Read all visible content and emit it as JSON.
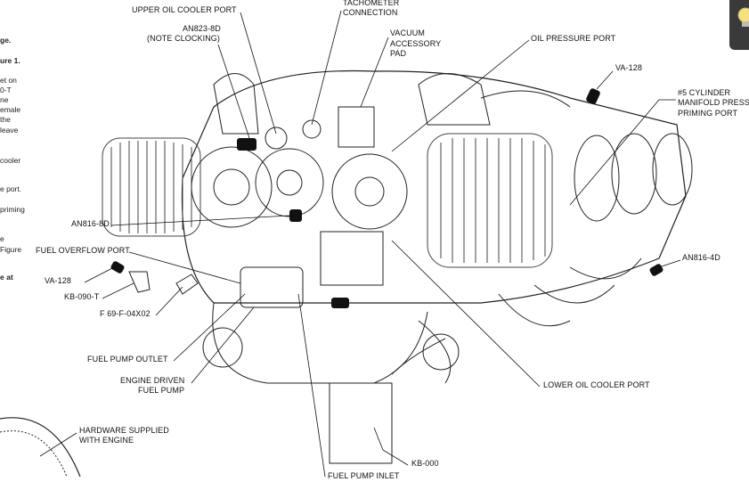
{
  "side_text": [
    {
      "text": "ge.",
      "bold": true
    },
    {
      "text": "ure 1.",
      "bold": true
    },
    {
      "text": "et  on",
      "bold": false
    },
    {
      "text": "0-T",
      "bold": false
    },
    {
      "text": "ne",
      "bold": false
    },
    {
      "text": "emale",
      "bold": false
    },
    {
      "text": " the",
      "bold": false
    },
    {
      "text": "leave",
      "bold": false
    },
    {
      "text": " cooler",
      "bold": false
    },
    {
      "text": "e port.",
      "bold": false
    },
    {
      "text": "priming",
      "bold": false
    },
    {
      "text": "e",
      "bold": false
    },
    {
      "text": "Figure",
      "bold": false
    },
    {
      "text": "e at",
      "bold": true
    }
  ],
  "labels": {
    "upper_oil_cooler_port": "UPPER OIL COOLER PORT",
    "tachometer_1": "TACHOMETER",
    "tachometer_2": "CONNECTION",
    "an823_1": "AN823-8D",
    "an823_2": "(NOTE CLOCKING)",
    "vacuum_1": "VACUUM",
    "vacuum_2": "ACCESSORY",
    "vacuum_3": "PAD",
    "oil_pressure_port": "OIL PRESSURE PORT",
    "va128_right": "VA-128",
    "cyl5_1": "#5 CYLINDER",
    "cyl5_2": "MANIFOLD PRESS",
    "cyl5_3": "PRIMING PORT",
    "an816_8d": "AN816-8D",
    "fuel_overflow_port": "FUEL OVERFLOW PORT",
    "an816_4d": "AN816-4D",
    "va128_left": "VA-128",
    "kb090t": "KB-090-T",
    "f69": "F 69-F-04X02",
    "fuel_pump_outlet": "FUEL PUMP OUTLET",
    "edfp_1": "ENGINE DRIVEN",
    "edfp_2": "FUEL PUMP",
    "lower_oil_cooler_port": "LOWER OIL COOLER PORT",
    "hardware_1": "HARDWARE SUPPLIED",
    "hardware_2": "WITH ENGINE",
    "kb000": "KB-000",
    "fuel_pump_inlet": "FUEL PUMP INLET"
  },
  "tip_icon": "lightbulb-icon"
}
